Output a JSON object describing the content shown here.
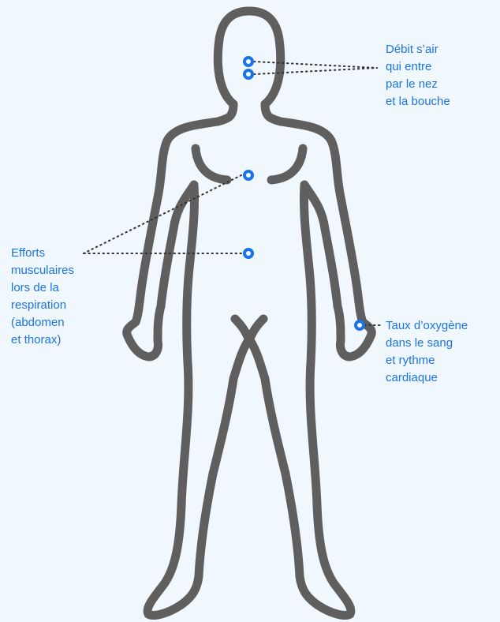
{
  "colors": {
    "background": "#f0f7fd",
    "outline": "#5f5f5f",
    "accent": "#1a73e8"
  },
  "labels": {
    "airflow": "Débit s’air\nqui entre\npar le nez\net la bouche",
    "effort": "Efforts\nmusculaires\nlors de la\nrespiration\n(abdomen\net thorax)",
    "oxygen": "Taux d’oxygène\ndans le sang\net rythme\ncardiaque"
  },
  "sensor_icon": "ring-marker-icon"
}
